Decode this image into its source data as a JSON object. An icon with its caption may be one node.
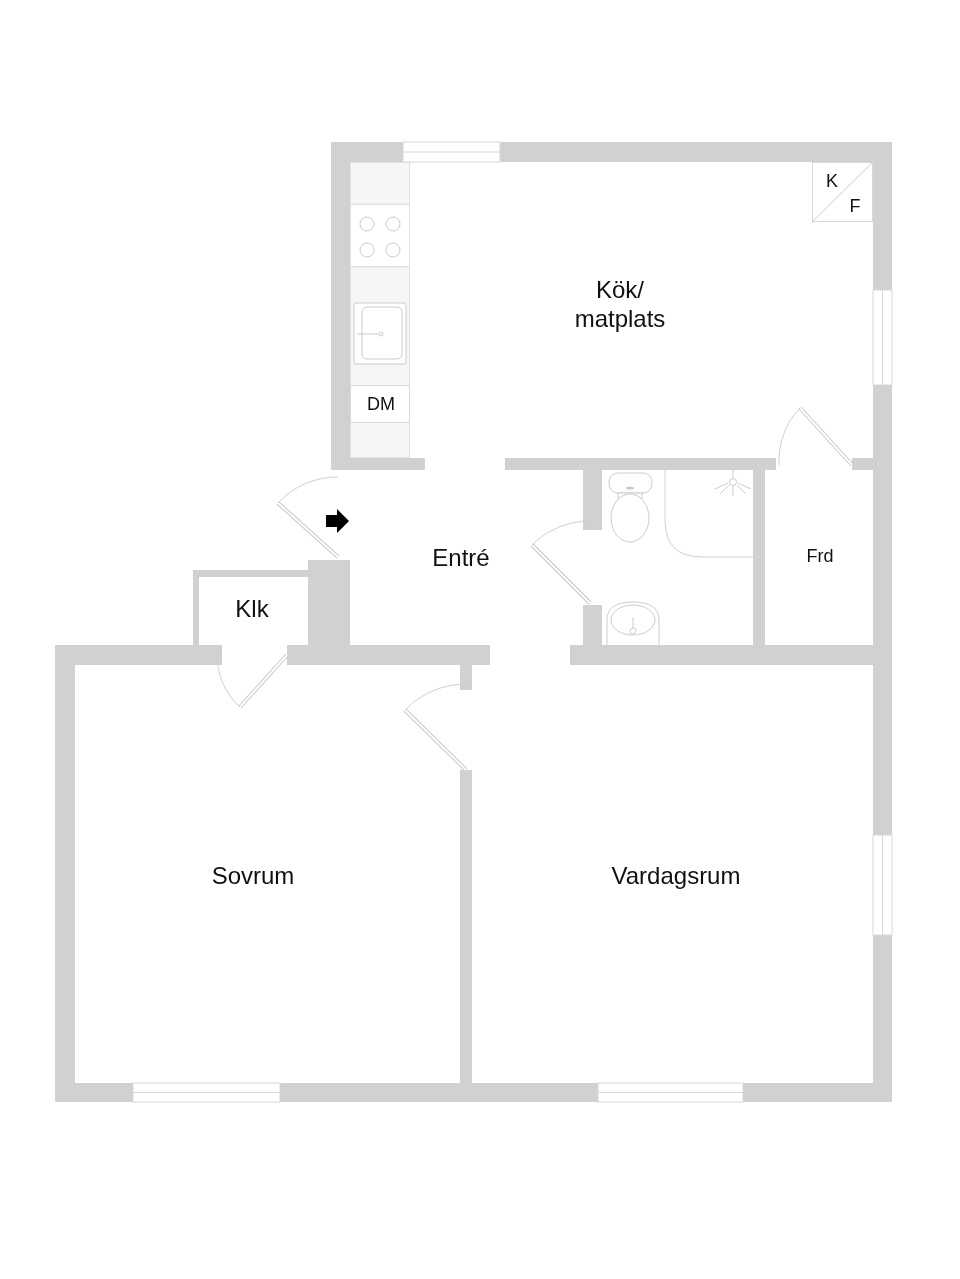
{
  "diagram": {
    "nodes": [
      {
        "text": [
          "Kök/ matplats"
        ]
      },
      {
        "text": [
          "K",
          "F"
        ],
        "in": 0
      },
      {
        "text": [
          "DM"
        ],
        "in": 0
      },
      {
        "text": [
          "Entré"
        ]
      },
      {
        "text": [
          "Frd"
        ]
      },
      {
        "text": [
          "Klk"
        ]
      },
      {
        "text": [
          "Sovrum"
        ]
      },
      {
        "text": [
          "Vardagsrum"
        ]
      }
    ]
  }
}
